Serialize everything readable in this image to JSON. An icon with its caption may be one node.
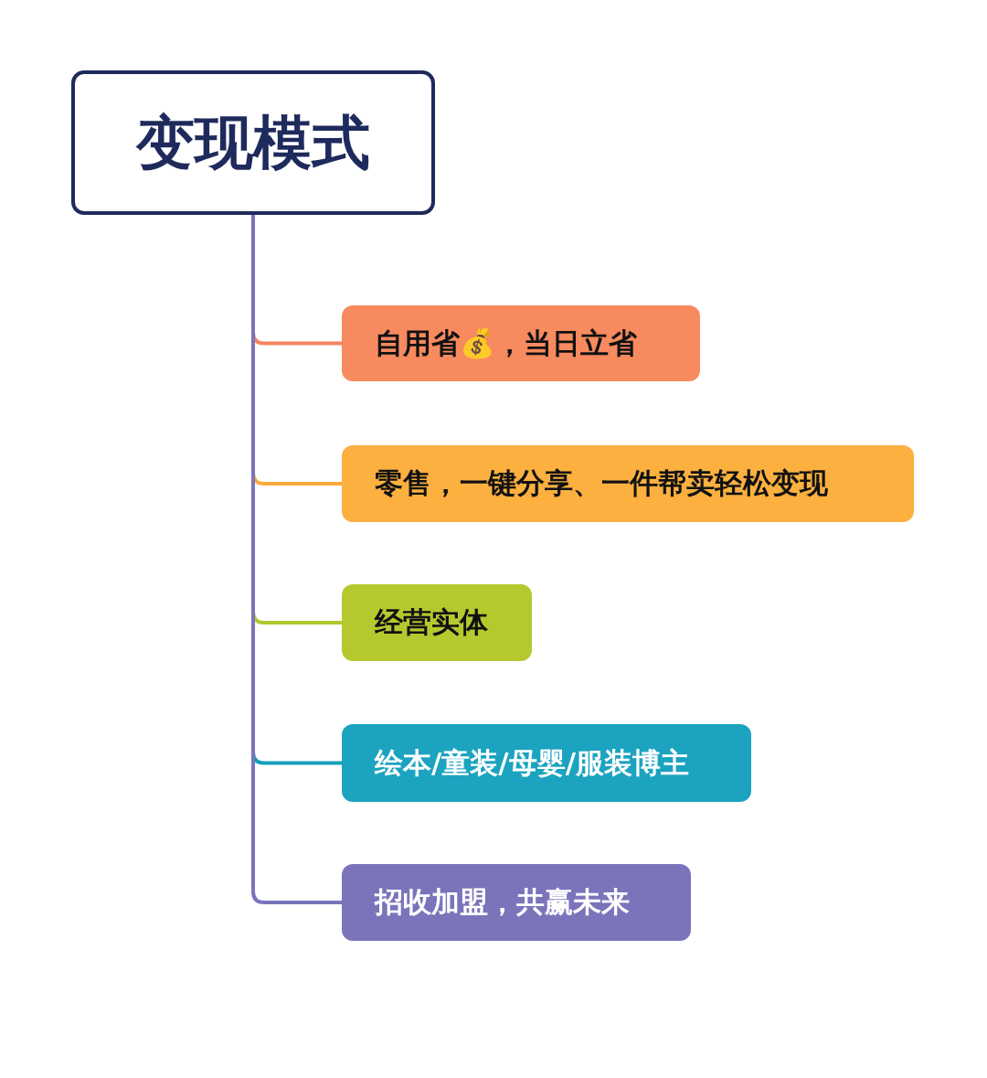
{
  "diagram": {
    "nodes": [
      {
        "text": [
          "变现模式"
        ]
      },
      {
        "text": [
          "自用省💰，当日立省"
        ]
      },
      {
        "text": [
          "零售，一键分享、一件帮卖轻松变现"
        ]
      },
      {
        "text": [
          "经营实体"
        ]
      },
      {
        "text": [
          "绘本/童装/母婴/服装博主"
        ]
      },
      {
        "text": [
          "招收加盟，共赢未来"
        ]
      }
    ],
    "edges": [
      {
        "from": 0,
        "to": 1,
        "arrow": "none",
        "color": "#f4845f"
      },
      {
        "from": 0,
        "to": 2,
        "arrow": "none",
        "color": "#f9ab3c"
      },
      {
        "from": 0,
        "to": 3,
        "arrow": "none",
        "color": "#b2c72e"
      },
      {
        "from": 0,
        "to": 4,
        "arrow": "none",
        "color": "#17a0bd"
      },
      {
        "from": 0,
        "to": 5,
        "arrow": "none",
        "color": "#7a74bb"
      }
    ]
  }
}
